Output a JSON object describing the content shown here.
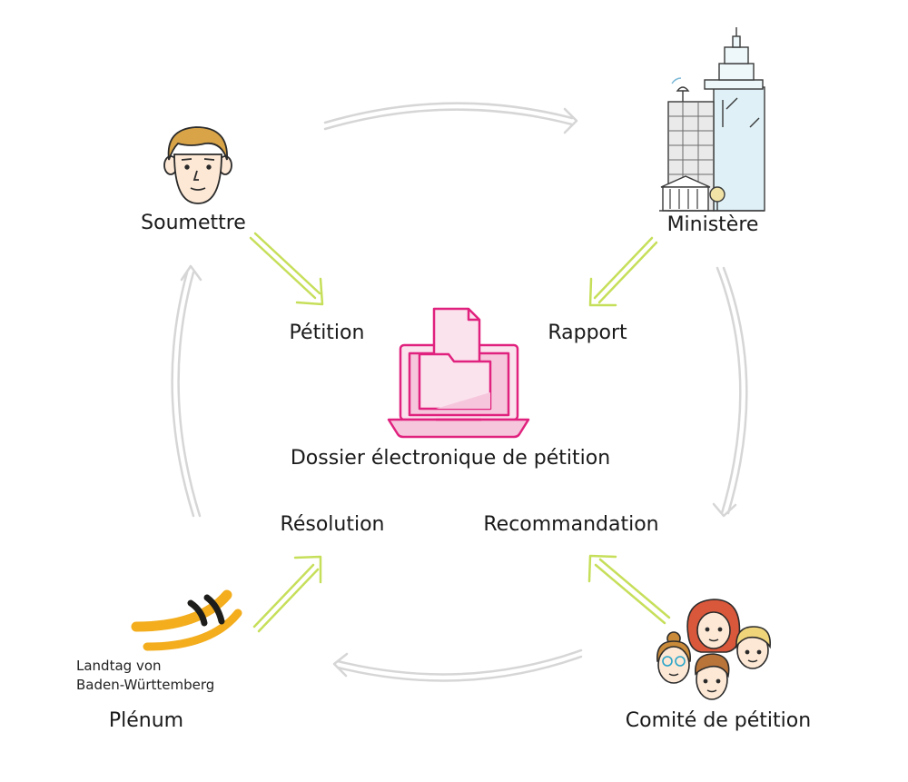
{
  "diagram": {
    "nodes": {
      "submit": "Soumettre",
      "ministry": "Ministère",
      "plenary": "Plénum",
      "committee": "Comité de pétition",
      "dossier": "Dossier électronique de pétition"
    },
    "flows": {
      "petition": "Pétition",
      "report": "Rapport",
      "resolution": "Résolution",
      "recommendation": "Recommandation"
    },
    "logo": {
      "line1": "Landtag von",
      "line2": "Baden-Württemberg"
    }
  },
  "colors": {
    "cycle_arrow": "#d6d6d6",
    "flow_arrow": "#c6df5a",
    "dossier_pink": "#e0227e",
    "dossier_fill": "#f6c7dc",
    "logo_yellow": "#f3ad1d",
    "logo_dark": "#1d1d1b",
    "skin": "#fde8d5",
    "building_blue": "#dff1f7"
  }
}
